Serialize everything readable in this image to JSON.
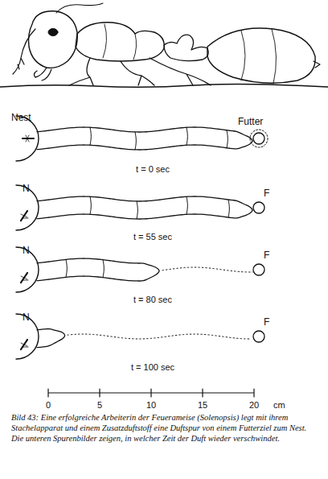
{
  "diagram": {
    "caption": "Bild 43: Eine erfolgreiche Arbeiterin der Feuerameise (Solenopsis) legt mit ihrem Stachelapparat und einem Zusatzduftstoff eine Duftspur von einem Futterziel zum Nest. Die unteren Spurenbilder zeigen, in welcher Zeit der Duft wieder verschwindet.",
    "labels": [
      "Nest",
      "Futter",
      "t = 0 sec",
      "N",
      "F",
      "t = 55 sec",
      "N",
      "F",
      "t = 80 sec",
      "N",
      "F",
      "t = 100 sec",
      "0",
      "5",
      "10",
      "15",
      "20",
      "cm"
    ]
  }
}
